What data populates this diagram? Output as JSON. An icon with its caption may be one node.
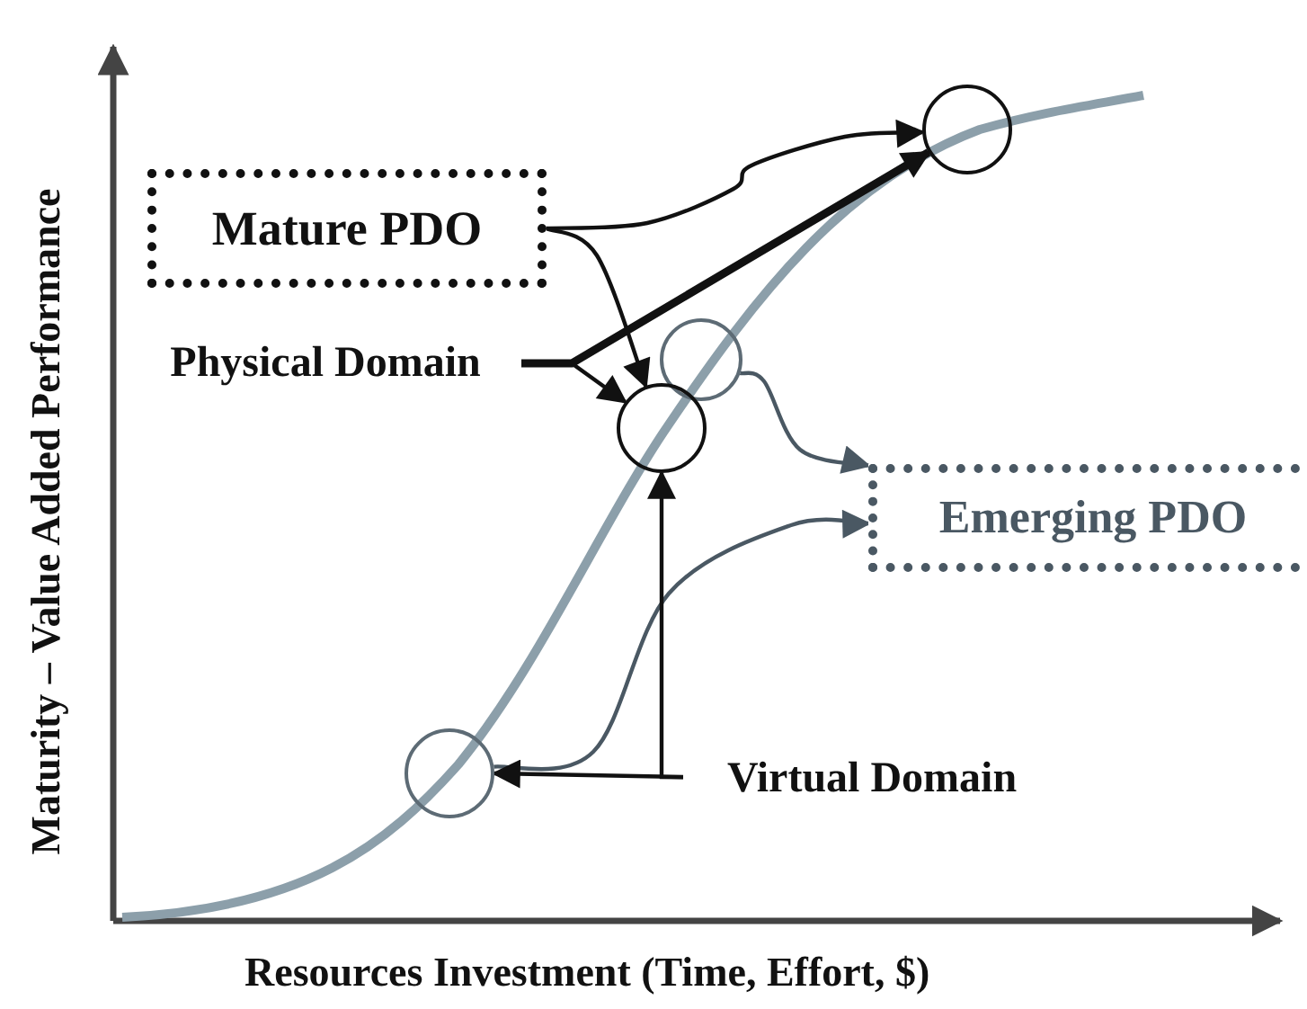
{
  "diagram": {
    "nodes": [
      {
        "text": [
          "Mature PDO"
        ]
      },
      {
        "text": [
          "Physical Domain"
        ]
      },
      {
        "text": [
          "Emerging PDO"
        ]
      },
      {
        "text": [
          "Virtual Domain"
        ]
      },
      {
        "text": [],
        "shape": "circle"
      },
      {
        "text": [],
        "shape": "circle"
      },
      {
        "text": [],
        "shape": "circle"
      },
      {
        "text": [],
        "shape": "circle"
      }
    ],
    "edges": [
      {
        "from": 0,
        "to": 4,
        "arrow": "to"
      },
      {
        "from": 0,
        "to": 6,
        "arrow": "to"
      },
      {
        "from": 1,
        "to": 4,
        "arrow": "to",
        "style": "thick"
      },
      {
        "from": 1,
        "to": 6,
        "arrow": "to"
      },
      {
        "from": 5,
        "to": 2,
        "arrow": "to",
        "color": "#4a5863"
      },
      {
        "from": 7,
        "to": 2,
        "arrow": "to",
        "color": "#4a5863"
      },
      {
        "from": 3,
        "to": 7,
        "arrow": "to"
      },
      {
        "from": 3,
        "to": 6,
        "arrow": "to"
      }
    ],
    "labels": [
      "Maturity – Value Added Performance",
      "Resources Investment (Time, Effort, $)"
    ]
  }
}
